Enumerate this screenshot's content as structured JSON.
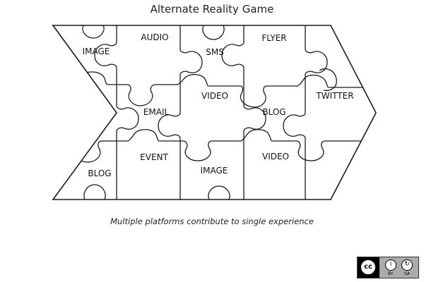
{
  "title": "Alternate Reality Game",
  "caption": "Multiple platforms contribute to single experience",
  "pieces": [
    "IMAGE",
    "AUDIO",
    "SMS",
    "FLYER",
    "VIDEO",
    "EMAIL",
    "BLOG",
    "TWITTER",
    "EVENT",
    "IMAGE",
    "VIDEO",
    "BLOG"
  ],
  "license": {
    "cc_label": "cc",
    "by_label": "BY",
    "sa_label": "SA",
    "by_glyph": "i",
    "sa_glyph": "↻"
  },
  "colors": {
    "stroke": "#1a1a1a",
    "background": "#ffffff"
  }
}
